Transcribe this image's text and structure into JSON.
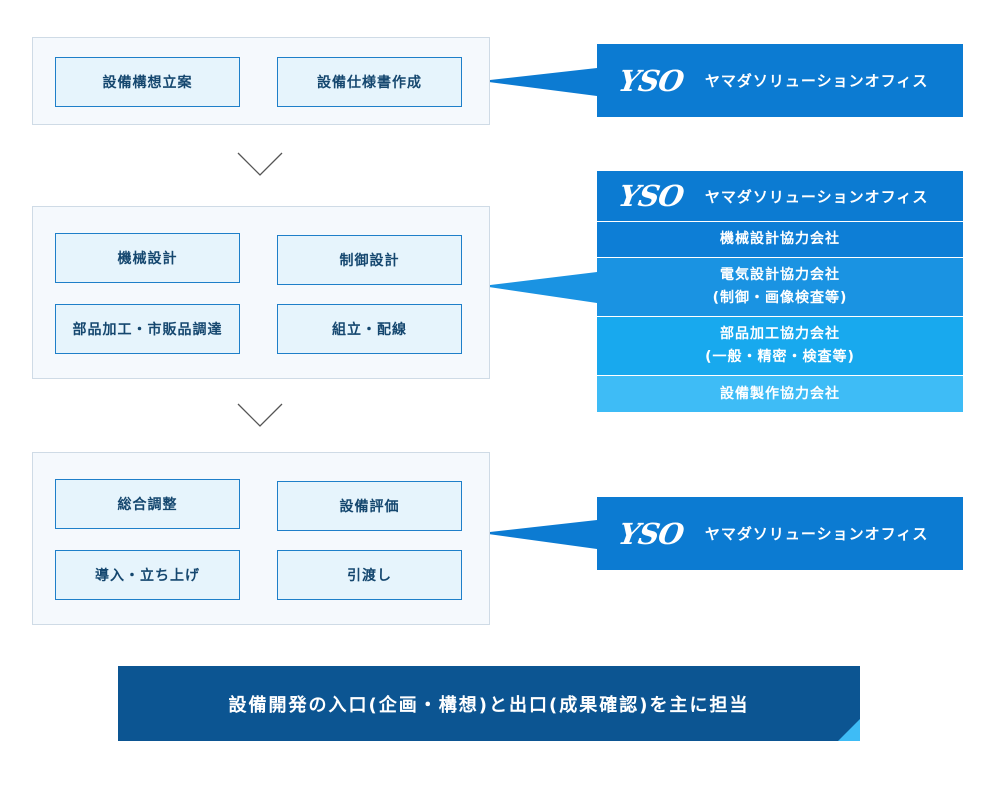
{
  "stages": [
    {
      "tasks": [
        "設備構想立案",
        "設備仕様書作成"
      ]
    },
    {
      "tasks": [
        "機械設計",
        "制御設計",
        "部品加工・市販品調達",
        "組立・配線"
      ]
    },
    {
      "tasks": [
        "総合調整",
        "設備評価",
        "導入・立ち上げ",
        "引渡し"
      ]
    }
  ],
  "company": {
    "logo": "YSO",
    "name": "ヤマダソリューションオフィス"
  },
  "partners": [
    {
      "lines": [
        "機械設計協力会社"
      ],
      "color": "#0d7ed6"
    },
    {
      "lines": [
        "電気設計協力会社",
        "(制御・画像検査等)"
      ],
      "color": "#1a93e2"
    },
    {
      "lines": [
        "部品加工協力会社",
        "(一般・精密・検査等)"
      ],
      "color": "#18a9ee"
    },
    {
      "lines": [
        "設備製作協力会社"
      ],
      "color": "#3ebcf6"
    }
  ],
  "colors": {
    "company_box": "#0c7bd2",
    "stage_bg": "#f5f9fd",
    "task_border": "#1e7fc9",
    "banner_bg": "#0c5592",
    "accent": "#3ebcf6"
  },
  "summary": "設備開発の入口(企画・構想)と出口(成果確認)を主に担当"
}
